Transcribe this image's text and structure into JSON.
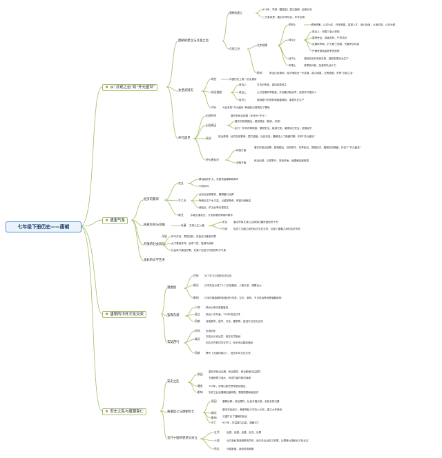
{
  "root": "七年级下册历史——唐朝",
  "branches": [
    {
      "label": "从“贞观之治”到“开元盛世”"
    },
    {
      "label": "盛唐气象"
    },
    {
      "label": "唐朝的中外文化交流"
    },
    {
      "label": "安史之乱与唐朝衰亡"
    }
  ],
  "b1": {
    "l2": [
      "唐朝的建立与贞观之治",
      "女皇武则天",
      "开元盛世"
    ],
    "founding": {
      "label": "唐朝的建立",
      "items": [
        "618年，李渊（唐高祖）建立唐朝，定都长安",
        "二代皇帝是：唐太宗李世民，年号贞观"
      ]
    },
    "zhenguan": {
      "label": "贞观之治"
    },
    "taizong": {
      "label": "太宗政策"
    },
    "taizong_topics": [
      "思想上",
      "政治上",
      "经济上",
      "军事上"
    ],
    "taizong_items": [
      "戒骄戒奢，以农为本，任用贤能，重视人才，虚心纳谏，从谏如流，以史为鉴",
      "政治上：完善三省六部制",
      "整顿吏治，减省机构，严肃法纪",
      "发展科举制，扩大取士范围，完善考试内容",
      "严格考核各级官吏的政绩",
      "减轻农民的劳役负担，鼓励发展农业生产",
      "改革府兵制，加强军队战斗力"
    ],
    "influence": {
      "label": "影响",
      "text": "政治比较清明，经济得到进一步发展，国力增强，文教昌盛，史称“贞观之治”"
    },
    "wu": [
      {
        "label": "地位",
        "text": "中国历史上唯一的女皇帝"
      },
      {
        "label": "统治措施",
        "items": [
          {
            "k": "政治上",
            "v": "打击旧贵族，重用庶族地主"
          },
          {
            "k": "政治上",
            "v": "大力发展科举制度，开创殿试和武举，选拔有才能的人"
          },
          {
            "k": "经济上",
            "v": "继续推行均田制和租庸调制，重视农业生产"
          }
        ]
      },
      {
        "label": "评价",
        "text": "为后来的“开元盛世”局面的出现奠定了基础"
      }
    ],
    "kaiyuan": [
      {
        "label": "出现时间",
        "text": "唐玄宗统治前期（年号为“开元”）"
      },
      {
        "label": "出现原因",
        "items": [
          "唐玄宗励精图治，重用贤臣（姚崇、宋璟）",
          "实行一系列改革措施：整顿吏治，裁减冗官；重视地方吏治；发展经济"
        ]
      },
      {
        "label": "表现",
        "text": "政治清明，经济空前繁荣，国力强盛，社会安定；唐朝进入了鼎盛时期，史称“开元盛世”"
      },
      {
        "label": "评价唐玄宗",
        "items": [
          {
            "k": "积极方面",
            "v": "唐玄宗统治前期，励精图治，任用贤才，改革吏治，发展经济，唐朝达到鼎盛，开创了“开元盛世”"
          },
          {
            "k": "消极方面",
            "v": "统治后期，沉湎享乐，宠信奸佞，使唐朝由盛转衰"
          }
        ]
      }
    ]
  },
  "b2": {
    "l2": [
      "经济的繁荣",
      "民族交往与交融",
      "开放的社会风气",
      "多彩的文学艺术"
    ],
    "economy": [
      {
        "label": "农业",
        "items": [
          "耕地面积扩大，农具有曲辕犁和筒车",
          "兴修水利"
        ]
      },
      {
        "label": "手工业",
        "items": [
          "丝织业品种繁多，唐朝盛行丝绸",
          "陶瓷业生产水平高，以越窑青瓷、邢窑白瓷著名",
          "造船业、矿冶业等也很发达"
        ]
      },
      {
        "label": "商业",
        "text": "水路交通发达，长安和洛阳等城市繁华"
      }
    ],
    "ethnic": {
      "label": "吐蕃",
      "sub": "文成公主入藏",
      "items": [
        {
          "k": "史实",
          "v": "唐太宗将文成公主嫁给吐蕃赞普松赞干布"
        },
        {
          "k": "作用",
          "v": "促进了汉藏之间的经济文化交流，加强了唐蕃之间的友好关系"
        }
      ]
    },
    "social": [
      {
        "label": "开放",
        "text": "风气开放，思想活跃，衣食住行兼收并蓄"
      },
      {
        "label": "",
        "text": "女子着装多样，追求个性，能骑马射箭"
      },
      {
        "label": "",
        "text": "社会风气兼容并蓄，充满了自信与开放的时代气息"
      }
    ]
  },
  "b3": {
    "l2": [
      "遣唐使",
      "鉴真东渡",
      "玄奘西行"
    ],
    "qiantangshi": [
      {
        "label": "目的",
        "text": "为了学习中国的先进文化"
      },
      {
        "label": "概况",
        "text": "日本先后派遣了十几次遣唐使，人数众多，规模巨大"
      },
      {
        "label": "影响",
        "text": "日本仿照唐朝的制度进行改革，汉字、服饰、节日风俗等深受唐朝影响"
      }
    ],
    "jianzhen": [
      {
        "label": "人物",
        "text": "扬州大明寺高僧鉴真"
      },
      {
        "label": "经过",
        "text": "前后六次东渡，754年抵达日本"
      },
      {
        "label": "贡献",
        "text": "传授佛学、医学、书法、建筑等，促进中日文化交流"
      }
    ],
    "xuanzang": [
      {
        "label": "时间",
        "text": "贞观初年"
      },
      {
        "label": "概况",
        "items": [
          "玄奘从长安出发，前往天竺取经",
          "到达天竺那烂陀寺学习，回长安后翻译佛经"
        ]
      },
      {
        "label": "贡献",
        "text": "撰写《大唐西域记》，促进中印文化交流"
      }
    ]
  },
  "b4": {
    "l2": [
      "安史之乱",
      "黄巢起义与唐朝灭亡",
      "五代十国的更迭与分立"
    ],
    "anshi": [
      {
        "label": "原因",
        "items": [
          "唐玄宗统治后期，政治腐败，统治集团日益腐朽",
          "节度使势力强大，形成外重内轻的局面"
        ]
      },
      {
        "label": "爆发",
        "text": "755年，安禄山和史思明发动叛乱"
      },
      {
        "label": "影响",
        "text": "安史之乱后唐朝由盛转衰，藩镇割据局面形成"
      }
    ],
    "huangchao": [
      {
        "label": "原因",
        "text": "唐朝后期，统治腐朽，社会矛盾尖锐；农民负担沉重"
      },
      {
        "label": "概况",
        "text": "唐末农民起义，黄巢率起义军攻入长安，建立大齐政权"
      },
      {
        "label": "影响",
        "text": "沉重打击了唐朝的统治"
      },
      {
        "label": "灭亡",
        "text": "907年，朱温建立后梁，唐朝灭亡"
      }
    ],
    "wudai": [
      {
        "label": "五代",
        "text": "后梁、后唐、后晋、后汉、后周"
      },
      {
        "label": "十国",
        "text": "北方政权更迭频繁的同时，南方先后出现了前蜀、后蜀等九国和北方的北汉"
      },
      {
        "label": "特点",
        "text": "分裂割据，政权更迭频繁"
      }
    ]
  }
}
